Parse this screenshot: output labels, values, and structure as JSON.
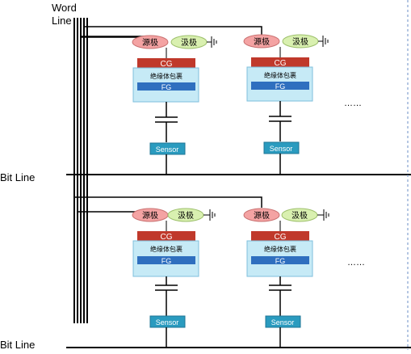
{
  "labels": {
    "word_line": "Word Line",
    "word_line_part1": "Word",
    "word_line_part2": "Line",
    "bit_line_top": "Bit Line",
    "bit_line_bottom": "Bit Line",
    "ellipsis_top": "……",
    "ellipsis_bottom": "……"
  },
  "cell": {
    "source": "源极",
    "drain": "汲极",
    "cg": "CG",
    "insulator": "绝缘体包裹",
    "fg": "FG",
    "sensor": "Sensor"
  },
  "colors": {
    "source_fill": "#f4a3a3",
    "drain_fill": "#d9f0b0",
    "cg_fill": "#c0392b",
    "insulator_fill": "#c6eaf6",
    "fg_fill": "#2f6fbf",
    "sensor_fill": "#2a9bbf",
    "wire": "#000000"
  }
}
